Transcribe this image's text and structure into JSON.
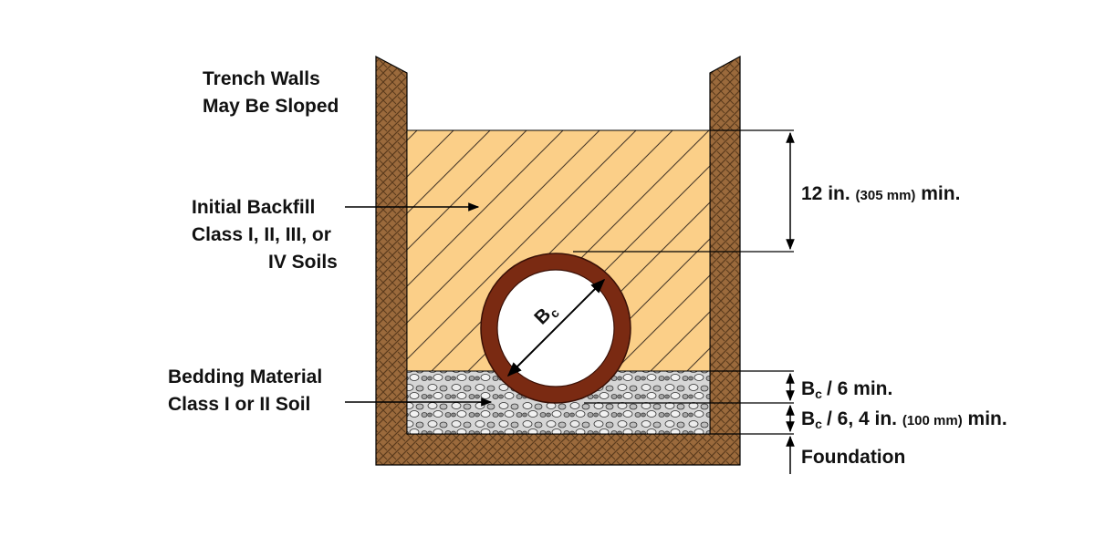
{
  "labels": {
    "trench_walls_line1": "Trench Walls",
    "trench_walls_line2": "May Be Sloped",
    "initial_backfill_line1": "Initial Backfill",
    "initial_backfill_line2": "Class I, II, III, or",
    "initial_backfill_line3": "IV Soils",
    "bedding_line1": "Bedding Material",
    "bedding_line2": "Class I or II Soil",
    "pipe_diameter_main": "B",
    "pipe_diameter_sub": "c",
    "cover_dim_main": "12 in.",
    "cover_dim_metric": "(305 mm)",
    "cover_dim_suffix": "min.",
    "haunch_dim_main": "B",
    "haunch_dim_sub": "c",
    "haunch_dim_rest": "/ 6 min.",
    "bedding_dim_main": "B",
    "bedding_dim_sub": "c",
    "bedding_dim_rest": "/ 6, 4 in.",
    "bedding_dim_metric": "(100 mm)",
    "bedding_dim_suffix": "min.",
    "foundation": "Foundation"
  },
  "colors": {
    "soil_brown": "#9b6a3c",
    "backfill": "#fbcf88",
    "bedding": "#c9c9c9",
    "pipe_wall": "#7a2a12",
    "line": "#000000"
  }
}
